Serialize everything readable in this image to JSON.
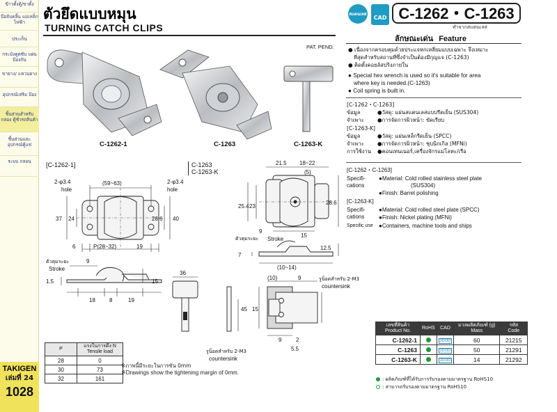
{
  "sidebar": {
    "items": [
      {
        "label": "ข้าวตั้งตู้/ขาตั้ง"
      },
      {
        "label": "บือจับคลิ้น แม่เหล็กไฟฟ้า"
      },
      {
        "label": "ประเก็น"
      },
      {
        "label": "กระบังดูดซับ แผ่นป้องกัน"
      },
      {
        "label": "ขายาง/ แหวนยาง"
      },
      {
        "label": "อุปกรณ์เสริม ป้อง"
      },
      {
        "label": "ชิ้นส่วนสำหรับกล่อง ตู้ชั่วรถสินค้า"
      },
      {
        "label": "ชิ้นส่วนและ อุปกรณ์คู้แข่"
      },
      {
        "label": "ระบบ กลอน"
      }
    ],
    "brand": "TAKIGEN",
    "volume": "เล่มที่ 24",
    "page_number": "1028"
  },
  "header": {
    "title_th": "ตัวยึดแบบหมุน",
    "title_en": "TURNING CATCH CLIPS",
    "badge_stainless": "สแตนเลส",
    "badge_cad": "CAD",
    "models": "C-1262・C-1263",
    "material_note": "ทำจากสแตนเลส"
  },
  "features": {
    "title_th": "ลักษณะเด่น",
    "title_en": "Feature",
    "bullets_th": [
      "เนื่องจากครอบคุมด้วยประแจหกเหลี่ยมแบบเฉพาะ จึงเหมาะ",
      "ที่สุดสำหรับสถานที่ซึ่งจำเป็นต้องมีกุญแจ (C-1263)",
      "ติดตั้งคอยล์สปริงภายใน"
    ],
    "bullets_en": [
      "Special hex wrench is used so it's suitable for area",
      "where key is needed.(C-1263)",
      "Coil spring is built in."
    ]
  },
  "spec_th": {
    "group1": "[C-1262・C-1263]",
    "row1_key": "ข้อมูล",
    "row1_val": "●วัสดุ: แผ่นสแตนเลสแบบรีดเย็น (SUS304)",
    "row2_key": "จำเพาะ",
    "row2_val": "●การจัดการผิวหน้า: ขัดเรียบ",
    "group2": "[C-1263-K]",
    "row3_key": "ข้อมูล",
    "row3_val": "●วัสดุ: แผ่นเหล็กรีดเย็น (SPCC)",
    "row4_key": "จำเพาะ",
    "row4_val": "●การจัดการผิวหน้า: ชุบนิกเกิล (MFNi)",
    "row5_key": "การใช้งาน",
    "row5_val": "●คอนเทนเนอร์,เครื่องจักรแม่โลหะ/เรือ"
  },
  "spec_en": {
    "group1": "[C-1262・C-1263]",
    "key1": "Specifi-",
    "key1b": "cations",
    "val1": "●Material: Cold rolled stainless steel plate",
    "val1b": "(SUS304)",
    "val2": "●Finish: Barrel polishing",
    "group2": "[C-1263-K]",
    "key2": "Specifi-",
    "key2b": "cations",
    "val3": "●Material: Cold rolled steel plate (SPCC)",
    "val4": "●Finish: Nickel plating (MFNi)",
    "key3": "Specific use",
    "val5": "●Containers, machine tools and ships"
  },
  "photos": {
    "pat_pend": "PAT. PEND.",
    "cap1": "C-1262-1",
    "cap2": "C-1263",
    "cap3": "C-1263-K"
  },
  "drawings": {
    "label_c1262": "[C-1262-1]",
    "label_c1263a": "C-1263",
    "label_c1263b": "C-1263-K",
    "holes_left": "2-φ3.4",
    "hole_word": "hole",
    "holes_right": "2-φ3.4",
    "dim_59_63": "(59~63)",
    "dim_37": "37",
    "dim_24": "24",
    "dim_28_6": "28.6",
    "dim_40": "40",
    "dim_6": "6",
    "dim_p": "P(28~32)",
    "dim_19": "19",
    "stroke_th": "ตัวคุมระยะ",
    "stroke_en": "Stroke",
    "dim_9": "9",
    "dim_1_5": "1.5",
    "dim_15": "15",
    "dim_18": "18",
    "dim_8": "8",
    "dim_19b": "19",
    "dim_36": "36",
    "dim_45": "45",
    "countersink_th": "รูน็อตสำหรับ 2-M3",
    "countersink_en": "countersink",
    "dim_21_5": "21.5",
    "dim_18_22": "18~22",
    "dim_5": "(5)",
    "dim_25_4": "25.4",
    "dim_23": "23",
    "dim_28_6b": "28.6",
    "dim_9b": "9",
    "dim_15b": "15",
    "dim_12_5": "12.5",
    "dim_7": "7",
    "dim_10_14": "(10~14)",
    "dim_10": "(10)",
    "dim_9c": "9",
    "dim_15c": "15",
    "dim_9d": "9",
    "dim_2": "2",
    "dim_5_5": "5.5",
    "countersink2_th": "รูน็อตสำหรับ 2-M3",
    "countersink2_en": "countersink"
  },
  "tensile_table": {
    "head_p": "P",
    "head_load_th": "แรงในการดึง N",
    "head_load_en": "Tensile load",
    "rows": [
      {
        "p": "28",
        "load": "0"
      },
      {
        "p": "30",
        "load": "73"
      },
      {
        "p": "32",
        "load": "161"
      }
    ]
  },
  "notes": {
    "th": "※ภาพนี้มีระยะในการขัน 0mm",
    "en": "※Drawings show the tightening margin of 0mm."
  },
  "product_table": {
    "head_part_th": "เลขที่สินค้า",
    "head_part_en": "Product No.",
    "head_rohs": "RoHS",
    "head_cad": "CAD",
    "head_mass_th": "มวลผลิตภัณฑ์ (g)",
    "head_mass_en": "Mass",
    "head_code_th": "รหัส",
    "head_code_en": "Code",
    "rows": [
      {
        "part": "C-1262-1",
        "cad": "2D/3D",
        "mass": "60",
        "code": "21215"
      },
      {
        "part": "C-1263",
        "cad": "2D/3D",
        "mass": "50",
        "code": "21291"
      },
      {
        "part": "C-1263-K",
        "cad": "2D/3D",
        "mass": "14",
        "code": "21292"
      }
    ],
    "legend1": ": ผลิตภัณฑ์ที่ได้รับการรับรองตามมาตรฐาน RoHS10",
    "legend2": ": สามารถรับรองตามมาตรฐาน RoHS10"
  }
}
